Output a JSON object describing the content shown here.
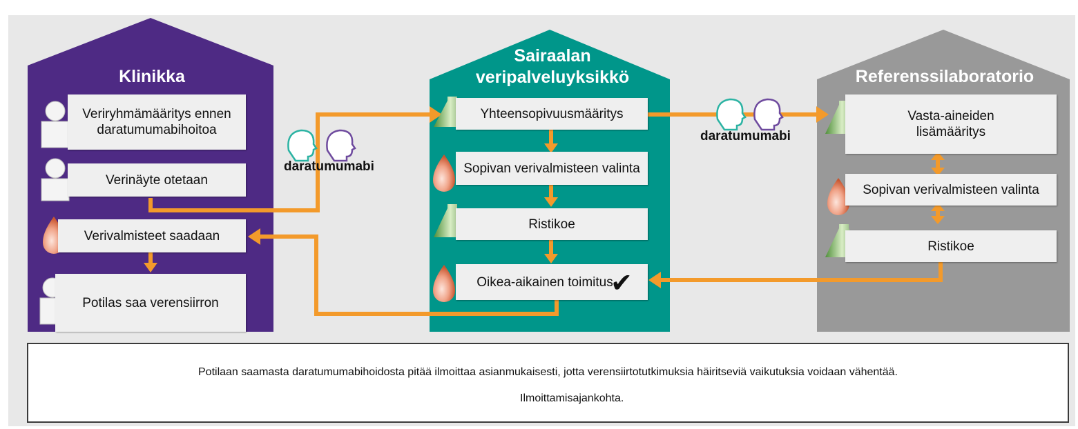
{
  "houses": {
    "clinic": {
      "title": "Klinikka",
      "color": "#4e2a84",
      "steps": [
        "Veriryhmämääritys ennen daratumumabihoitoa",
        "Verinäyte otetaan",
        "Verivalmisteet saadaan",
        "Potilas saa verensiirron"
      ]
    },
    "hospital_bank": {
      "title": "Sairaalan veripalveluyksikkö",
      "color": "#00968a",
      "steps": [
        "Yhteensopivuusmääritys",
        "Sopivan verivalmisteen valinta",
        "Ristikoe",
        "Oikea-aikainen toimitus"
      ]
    },
    "reference_lab": {
      "title": "Referenssilaboratorio",
      "color": "#999999",
      "steps": [
        "Vasta-aineiden lisämääritys",
        "Sopivan verivalmisteen valinta",
        "Ristikoe"
      ]
    }
  },
  "drug_label_1": "daratumumabi",
  "drug_label_2": "daratumumabi",
  "note": {
    "text": "Potilaan saamasta daratumumabihoidosta pitää ilmoittaa asianmukaisesti, jotta verensiirtotutkimuksia häiritseviä vaikutuksia voidaan vähentää.",
    "legend": "Ilmoittamisajankohta."
  },
  "checkmark": "✔",
  "colors": {
    "arrow": "#f39a2b",
    "head_teal": "#2bb3a3",
    "head_purple": "#6e4a9e",
    "background": "#e8e8e8"
  },
  "icons": [
    "person-icon",
    "blood-drop-icon",
    "flask-icon",
    "speech-head-icon"
  ]
}
